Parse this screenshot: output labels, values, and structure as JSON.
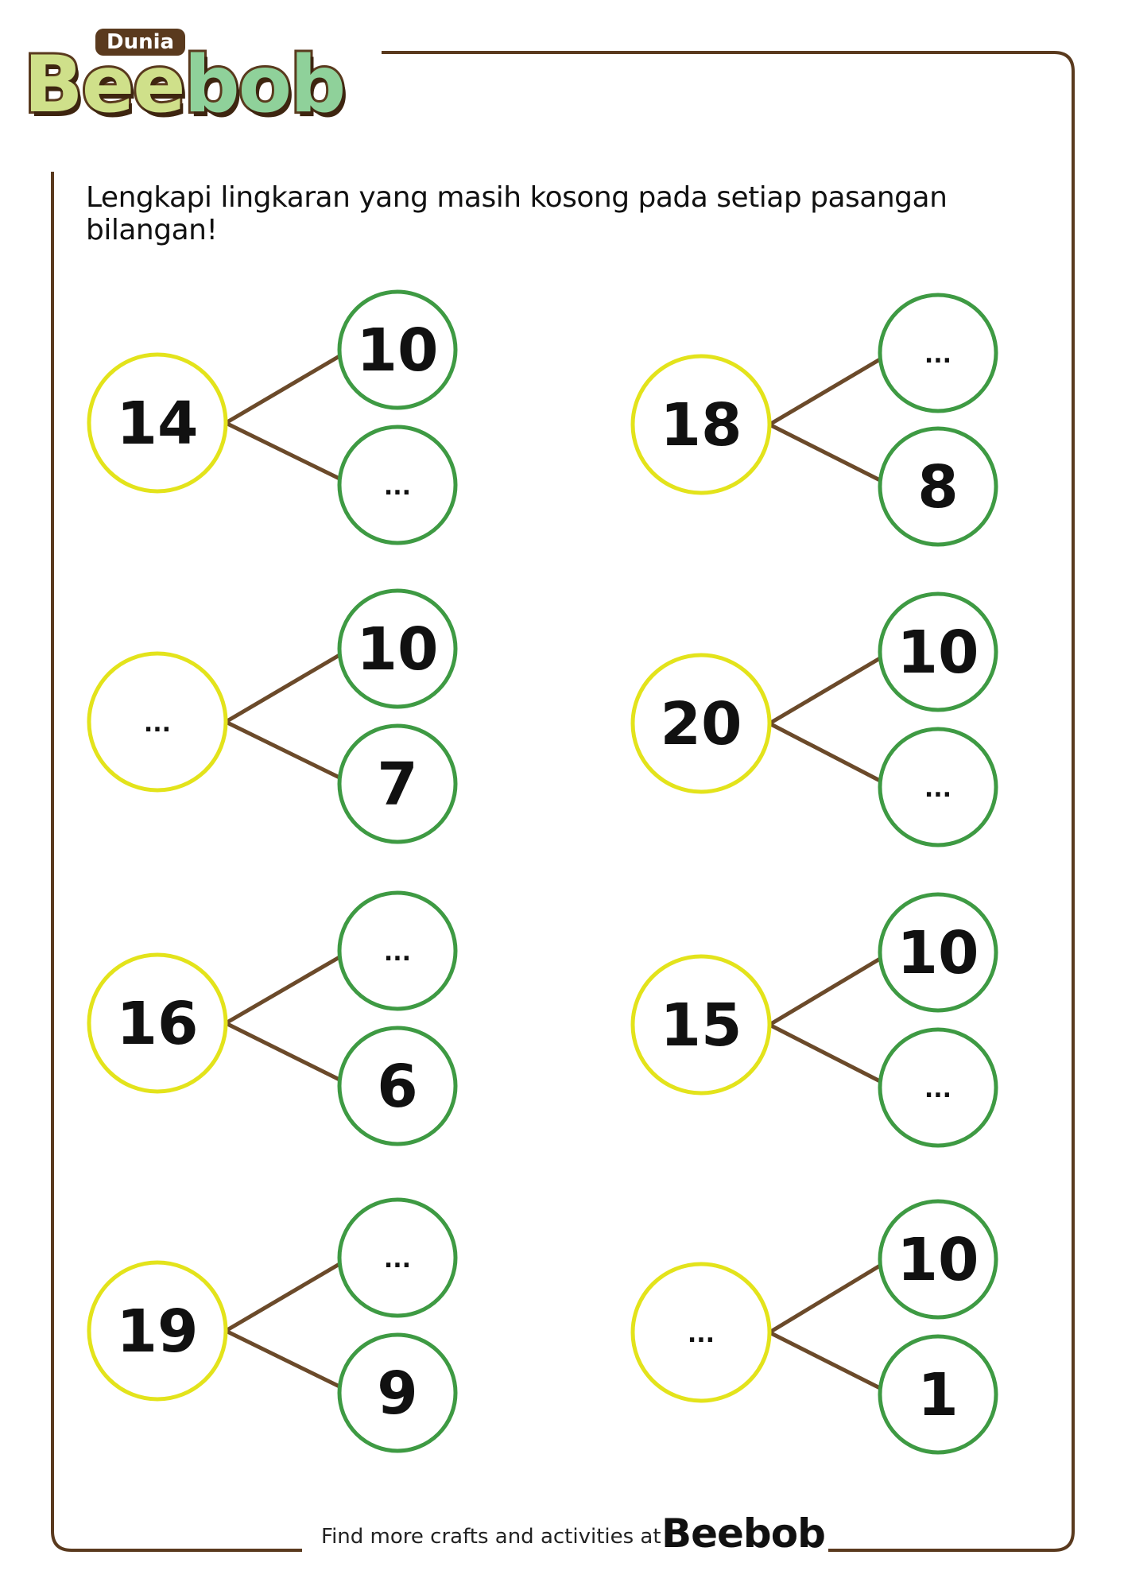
{
  "logo": {
    "small": "Dunia",
    "main_a": "Bee",
    "main_b": "bob"
  },
  "instruction": "Lengkapi lingkaran yang masih kosong pada setiap pasangan bilangan!",
  "footer": {
    "text": "Find more crafts and activities at",
    "brand": "Beebob"
  },
  "colors": {
    "border": "#5a3a1e",
    "whole_circle": "#e3e31b",
    "part_circle": "#3e9a43",
    "branch_line": "#6b4a2a"
  },
  "number_bonds": [
    {
      "whole": "14",
      "top": "10",
      "bottom": "..."
    },
    {
      "whole": "18",
      "top": "...",
      "bottom": "8"
    },
    {
      "whole": "...",
      "top": "10",
      "bottom": "7"
    },
    {
      "whole": "20",
      "top": "10",
      "bottom": "..."
    },
    {
      "whole": "16",
      "top": "...",
      "bottom": "6"
    },
    {
      "whole": "15",
      "top": "10",
      "bottom": "..."
    },
    {
      "whole": "19",
      "top": "...",
      "bottom": "9"
    },
    {
      "whole": "...",
      "top": "10",
      "bottom": "1"
    }
  ]
}
